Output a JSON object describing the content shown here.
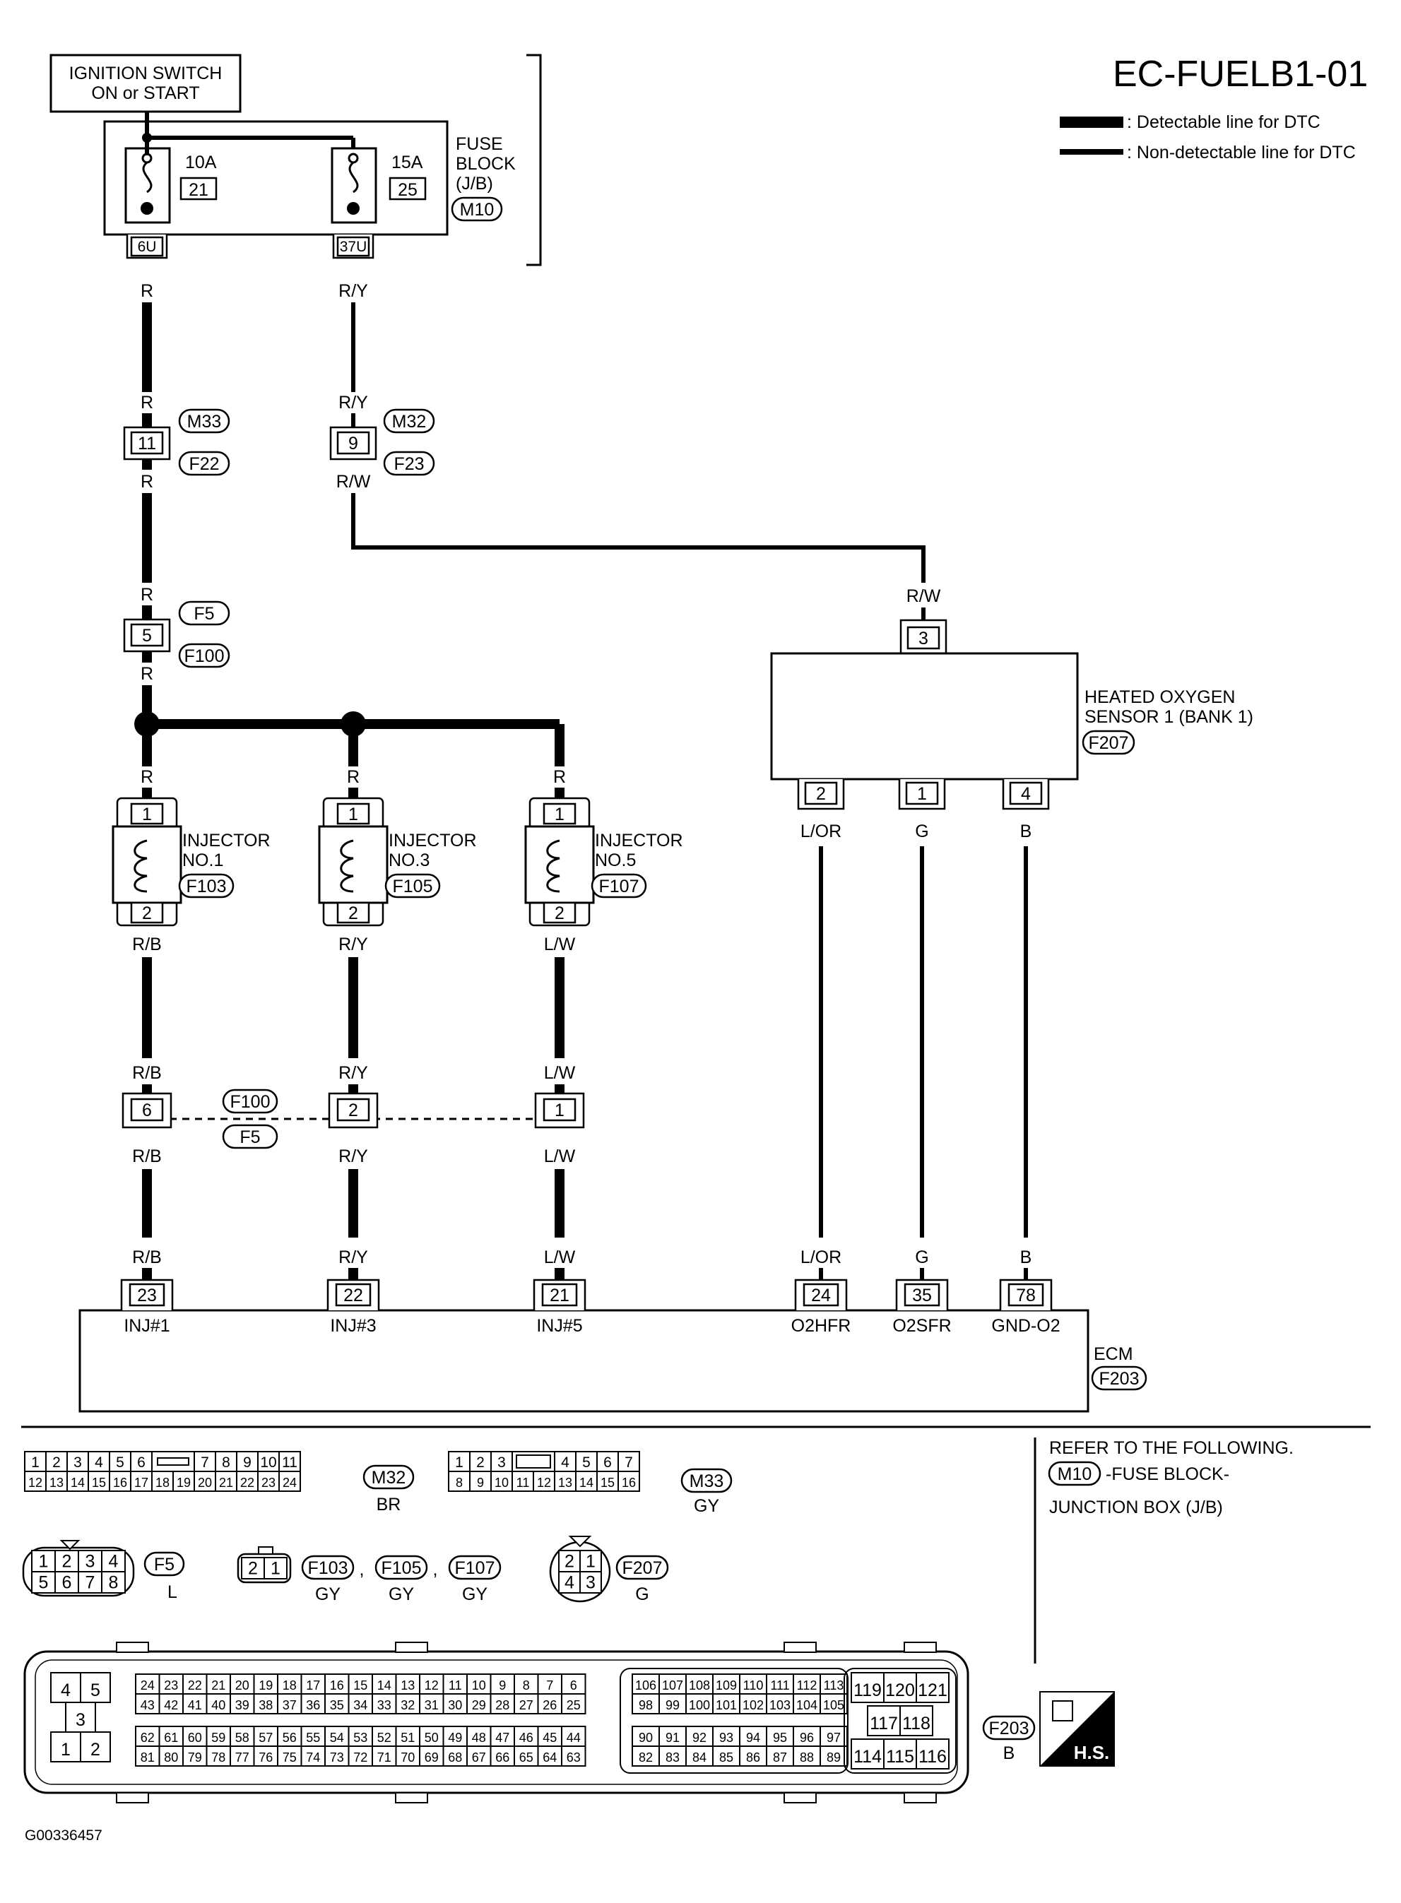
{
  "diagram_code": "EC-FUELB1-01",
  "legend": {
    "detectable": ": Detectable line for DTC",
    "non_detectable": ": Non-detectable line for DTC"
  },
  "ignition": {
    "line1": "IGNITION SWITCH",
    "line2": "ON or START"
  },
  "fuse_block": {
    "label1": "FUSE",
    "label2": "BLOCK",
    "label3": "(J/B)",
    "conn": "M10",
    "fuse1_amp": "10A",
    "fuse1_num": "21",
    "fuse1_pin": "6U",
    "fuse2_amp": "15A",
    "fuse2_num": "25",
    "fuse2_pin": "37U"
  },
  "wires": {
    "r": "R",
    "ry": "R/Y",
    "rw": "R/W",
    "rb": "R/B",
    "lw": "L/W",
    "lor": "L/OR",
    "g": "G",
    "b": "B"
  },
  "connectors": {
    "m33": "M33",
    "m32": "M32",
    "f22": "F22",
    "f23": "F23",
    "f5": "F5",
    "f100": "F100",
    "pin_11": "11",
    "pin_9": "9",
    "pin_5": "5",
    "pin_6": "6",
    "pin_2": "2",
    "pin_1": "1"
  },
  "injectors": [
    {
      "label1": "INJECTOR",
      "label2": "NO.1",
      "conn": "F103",
      "pin_top": "1",
      "pin_bottom": "2"
    },
    {
      "label1": "INJECTOR",
      "label2": "NO.3",
      "conn": "F105",
      "pin_top": "1",
      "pin_bottom": "2"
    },
    {
      "label1": "INJECTOR",
      "label2": "NO.5",
      "conn": "F107",
      "pin_top": "1",
      "pin_bottom": "2"
    }
  ],
  "ho2s": {
    "label1": "HEATED OXYGEN",
    "label2": "SENSOR 1 (BANK 1)",
    "conn": "F207",
    "pin_top": "3",
    "pin_a": "2",
    "pin_b": "1",
    "pin_c": "4"
  },
  "ecm": {
    "label": "ECM",
    "conn": "F203",
    "terminals": [
      {
        "pin": "23",
        "name": "INJ#1"
      },
      {
        "pin": "22",
        "name": "INJ#3"
      },
      {
        "pin": "21",
        "name": "INJ#5"
      },
      {
        "pin": "24",
        "name": "O2HFR"
      },
      {
        "pin": "35",
        "name": "O2SFR"
      },
      {
        "pin": "78",
        "name": "GND-O2"
      }
    ]
  },
  "refer": {
    "line1": "REFER TO THE FOLLOWING.",
    "conn": "M10",
    "line2": "-FUSE BLOCK-",
    "line3": "JUNCTION BOX (J/B)"
  },
  "connector_views": {
    "m32": {
      "id": "M32",
      "color": "BR",
      "row1a": [
        "1",
        "2",
        "3",
        "4",
        "5",
        "6"
      ],
      "row1b": [
        "7",
        "8",
        "9",
        "10",
        "11"
      ],
      "row2": [
        "12",
        "13",
        "14",
        "15",
        "16",
        "17",
        "18",
        "19",
        "20",
        "21",
        "22",
        "23",
        "24"
      ]
    },
    "m33": {
      "id": "M33",
      "color": "GY",
      "row1a": [
        "1",
        "2",
        "3"
      ],
      "row1b": [
        "4",
        "5",
        "6",
        "7"
      ],
      "row2": [
        "8",
        "9",
        "10",
        "11",
        "12",
        "13",
        "14",
        "15",
        "16"
      ]
    },
    "f5": {
      "id": "F5",
      "color": "L",
      "row1": [
        "1",
        "2",
        "3",
        "4"
      ],
      "row2": [
        "5",
        "6",
        "7",
        "8"
      ]
    },
    "inj": {
      "pins": [
        "2",
        "1"
      ],
      "ids": [
        "F103",
        "F105",
        "F107"
      ],
      "color": "GY",
      "sep": ","
    },
    "f207": {
      "id": "F207",
      "color": "G",
      "pins": [
        "2",
        "1",
        "4",
        "3"
      ]
    },
    "f203": {
      "id": "F203",
      "color": "B",
      "big": [
        "4",
        "5",
        "3",
        "1",
        "2"
      ],
      "r1": [
        "24",
        "23",
        "22",
        "21",
        "20",
        "19",
        "18",
        "17",
        "16",
        "15",
        "14",
        "13",
        "12",
        "11",
        "10",
        "9",
        "8",
        "7",
        "6"
      ],
      "r2": [
        "43",
        "42",
        "41",
        "40",
        "39",
        "38",
        "37",
        "36",
        "35",
        "34",
        "33",
        "32",
        "31",
        "30",
        "29",
        "28",
        "27",
        "26",
        "25"
      ],
      "r3": [
        "62",
        "61",
        "60",
        "59",
        "58",
        "57",
        "56",
        "55",
        "54",
        "53",
        "52",
        "51",
        "50",
        "49",
        "48",
        "47",
        "46",
        "45",
        "44"
      ],
      "r4": [
        "81",
        "80",
        "79",
        "78",
        "77",
        "76",
        "75",
        "74",
        "73",
        "72",
        "71",
        "70",
        "69",
        "68",
        "67",
        "66",
        "65",
        "64",
        "63"
      ],
      "m1": [
        "106",
        "107",
        "108",
        "109",
        "110",
        "111",
        "112",
        "113"
      ],
      "m2": [
        "98",
        "99",
        "100",
        "101",
        "102",
        "103",
        "104",
        "105"
      ],
      "m3": [
        "90",
        "91",
        "92",
        "93",
        "94",
        "95",
        "96",
        "97"
      ],
      "m4": [
        "82",
        "83",
        "84",
        "85",
        "86",
        "87",
        "88",
        "89"
      ],
      "g1": [
        "119",
        "120",
        "121"
      ],
      "g2": [
        "117",
        "118"
      ],
      "g3": [
        "114",
        "115",
        "116"
      ]
    }
  },
  "hs_badge": "H.S.",
  "footer_code": "G00336457"
}
